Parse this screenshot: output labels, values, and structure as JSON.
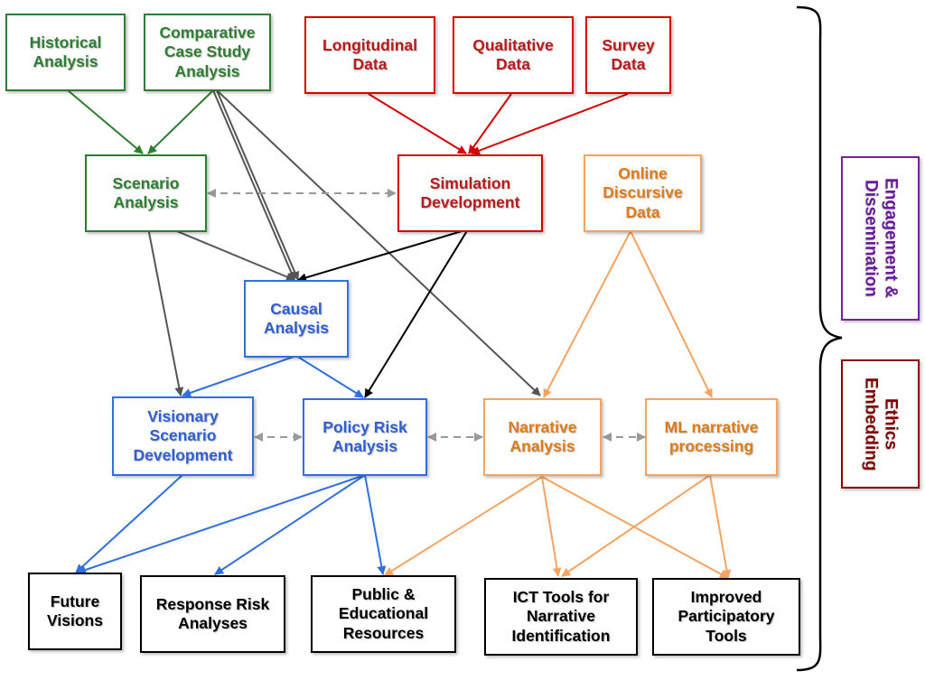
{
  "nodes": {
    "historical": "Historical\nAnalysis",
    "comparative": "Comparative\nCase Study\nAnalysis",
    "longitudinal": "Longitudinal\nData",
    "qualitative": "Qualitative\nData",
    "survey": "Survey\nData",
    "scenario": "Scenario\nAnalysis",
    "simulation": "Simulation\nDevelopment",
    "online": "Online\nDiscursive\nData",
    "causal": "Causal\nAnalysis",
    "visionary": "Visionary\nScenario\nDevelopment",
    "policy": "Policy Risk\nAnalysis",
    "narrative": "Narrative\nAnalysis",
    "ml": "ML narrative\nprocessing",
    "future": "Future\nVisions",
    "response": "Response Risk\nAnalyses",
    "public": "Public &\nEducational\nResources",
    "ict": "ICT Tools for\nNarrative\nIdentification",
    "improved": "Improved\nParticipatory\nTools"
  },
  "side": {
    "engagement": "Engagement &\nDissemination",
    "ethics": "Ethics\nEmbedding"
  },
  "colors": {
    "green": "#2e7d32",
    "red": "#d50000",
    "orange": "#f4a460",
    "blue": "#2f6fe0",
    "black": "#000000",
    "dark_gray": "#555555",
    "dashed_gray": "#999999",
    "purple": "#7b1fa2",
    "dark_red": "#8b0000"
  }
}
